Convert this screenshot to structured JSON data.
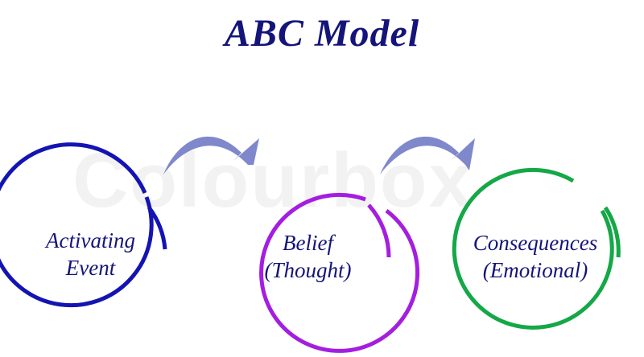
{
  "title": "ABC Model",
  "watermark": "Colourbox",
  "nodes": [
    {
      "line1": "Activating",
      "line2": "Event",
      "color": "#1414b4"
    },
    {
      "line1": "Belief",
      "line2": "(Thought)",
      "color": "#a41ee0"
    },
    {
      "line1": "Consequences",
      "line2": "(Emotional)",
      "color": "#14a846"
    }
  ],
  "arrow_color": "#8088cc"
}
